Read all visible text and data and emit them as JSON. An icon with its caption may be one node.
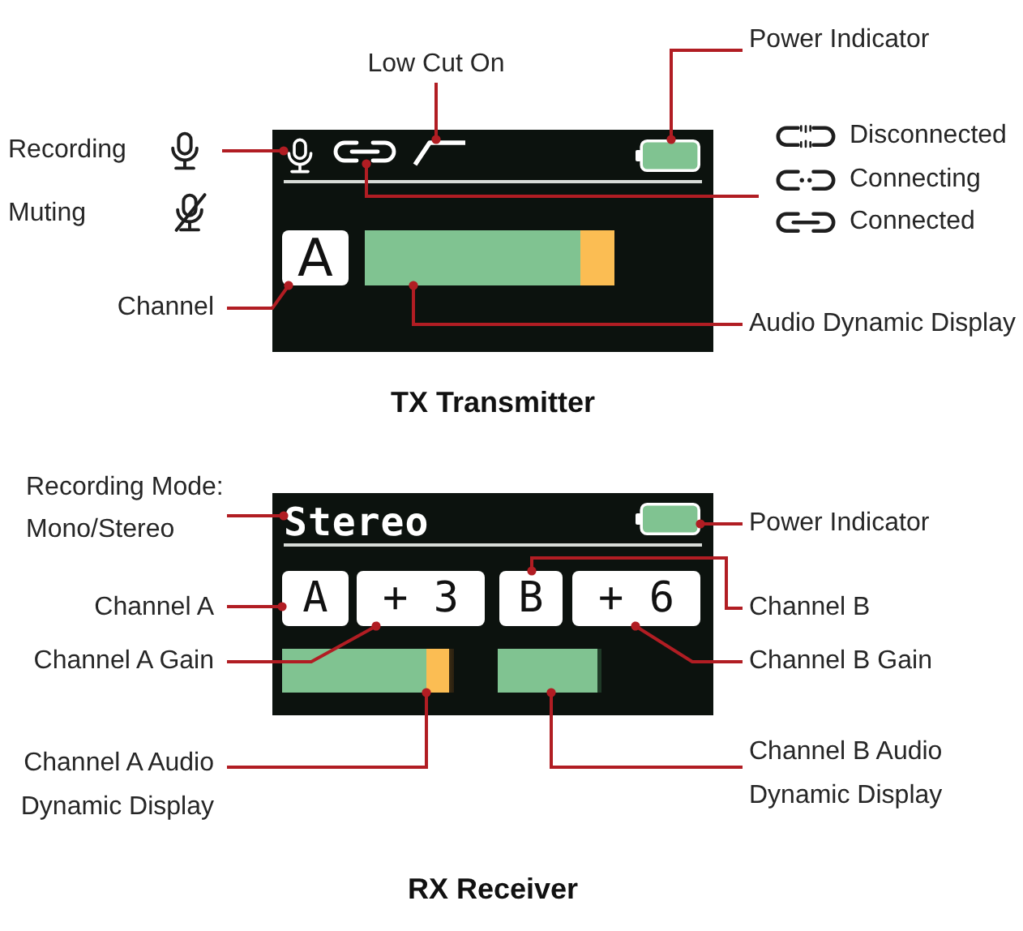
{
  "diagram": {
    "nodes": [
      {
        "text": [
          "Low Cut On"
        ]
      },
      {
        "text": [
          "Power Indicator"
        ]
      },
      {
        "text": [
          "Recording"
        ]
      },
      {
        "text": [
          "Disconnected",
          "Connecting",
          "Connected"
        ]
      },
      {
        "text": [
          "Channel"
        ]
      },
      {
        "text": [
          "Audio Dynamic Display"
        ]
      },
      {
        "text": [],
        "shape": "box"
      },
      {
        "text": [],
        "shape": "picture",
        "in": 6
      },
      {
        "text": [],
        "shape": "picture",
        "in": 6
      },
      {
        "text": [],
        "shape": "picture",
        "in": 6
      },
      {
        "text": [],
        "shape": "box",
        "in": 6
      },
      {
        "text": [
          "A"
        ],
        "in": 6
      },
      {
        "text": [],
        "shape": "bar",
        "in": 6
      },
      {
        "text": [
          "Recording Mode: Mono/Stereo"
        ]
      },
      {
        "text": [
          "Power Indicator"
        ]
      },
      {
        "text": [
          "Channel A"
        ]
      },
      {
        "text": [
          "Channel B"
        ]
      },
      {
        "text": [
          "Channel A Gain"
        ]
      },
      {
        "text": [
          "Channel B Gain"
        ]
      },
      {
        "text": [
          "Channel A Audio Dynamic Display"
        ]
      },
      {
        "text": [
          "Channel B Audio Dynamic Display"
        ]
      },
      {
        "text": [],
        "shape": "box"
      },
      {
        "text": [
          "Stereo"
        ],
        "in": 21
      },
      {
        "text": [],
        "shape": "box",
        "in": 21
      },
      {
        "text": [
          "A"
        ],
        "in": 21
      },
      {
        "text": [
          "+ 3"
        ],
        "in": 21
      },
      {
        "text": [
          "B"
        ],
        "in": 21
      },
      {
        "text": [
          "+ 6"
        ],
        "in": 21
      },
      {
        "text": [],
        "shape": "bar",
        "in": 21
      },
      {
        "text": [],
        "shape": "bar",
        "in": 21
      }
    ],
    "edges": [
      {
        "from": 0,
        "to": 9,
        "arrow": "other"
      },
      {
        "from": 1,
        "to": 10,
        "arrow": "other"
      },
      {
        "from": 2,
        "to": 7,
        "arrow": "other"
      },
      {
        "from": 3,
        "to": 8,
        "arrow": "other"
      },
      {
        "from": 4,
        "to": 11,
        "arrow": "other"
      },
      {
        "from": 5,
        "to": 12,
        "arrow": "other"
      },
      {
        "from": 13,
        "to": 22,
        "arrow": "other"
      },
      {
        "from": 14,
        "to": 23,
        "arrow": "other"
      },
      {
        "from": 15,
        "to": 24,
        "arrow": "other"
      },
      {
        "from": 16,
        "to": 26,
        "arrow": "other"
      },
      {
        "from": 17,
        "to": 25,
        "arrow": "other"
      },
      {
        "from": 18,
        "to": 27,
        "arrow": "other"
      },
      {
        "from": 19,
        "to": 28,
        "arrow": "other"
      },
      {
        "from": 20,
        "to": 29,
        "arrow": "other"
      }
    ],
    "labels": [
      "Muting",
      "TX Transmitter",
      "RX Receiver"
    ]
  }
}
